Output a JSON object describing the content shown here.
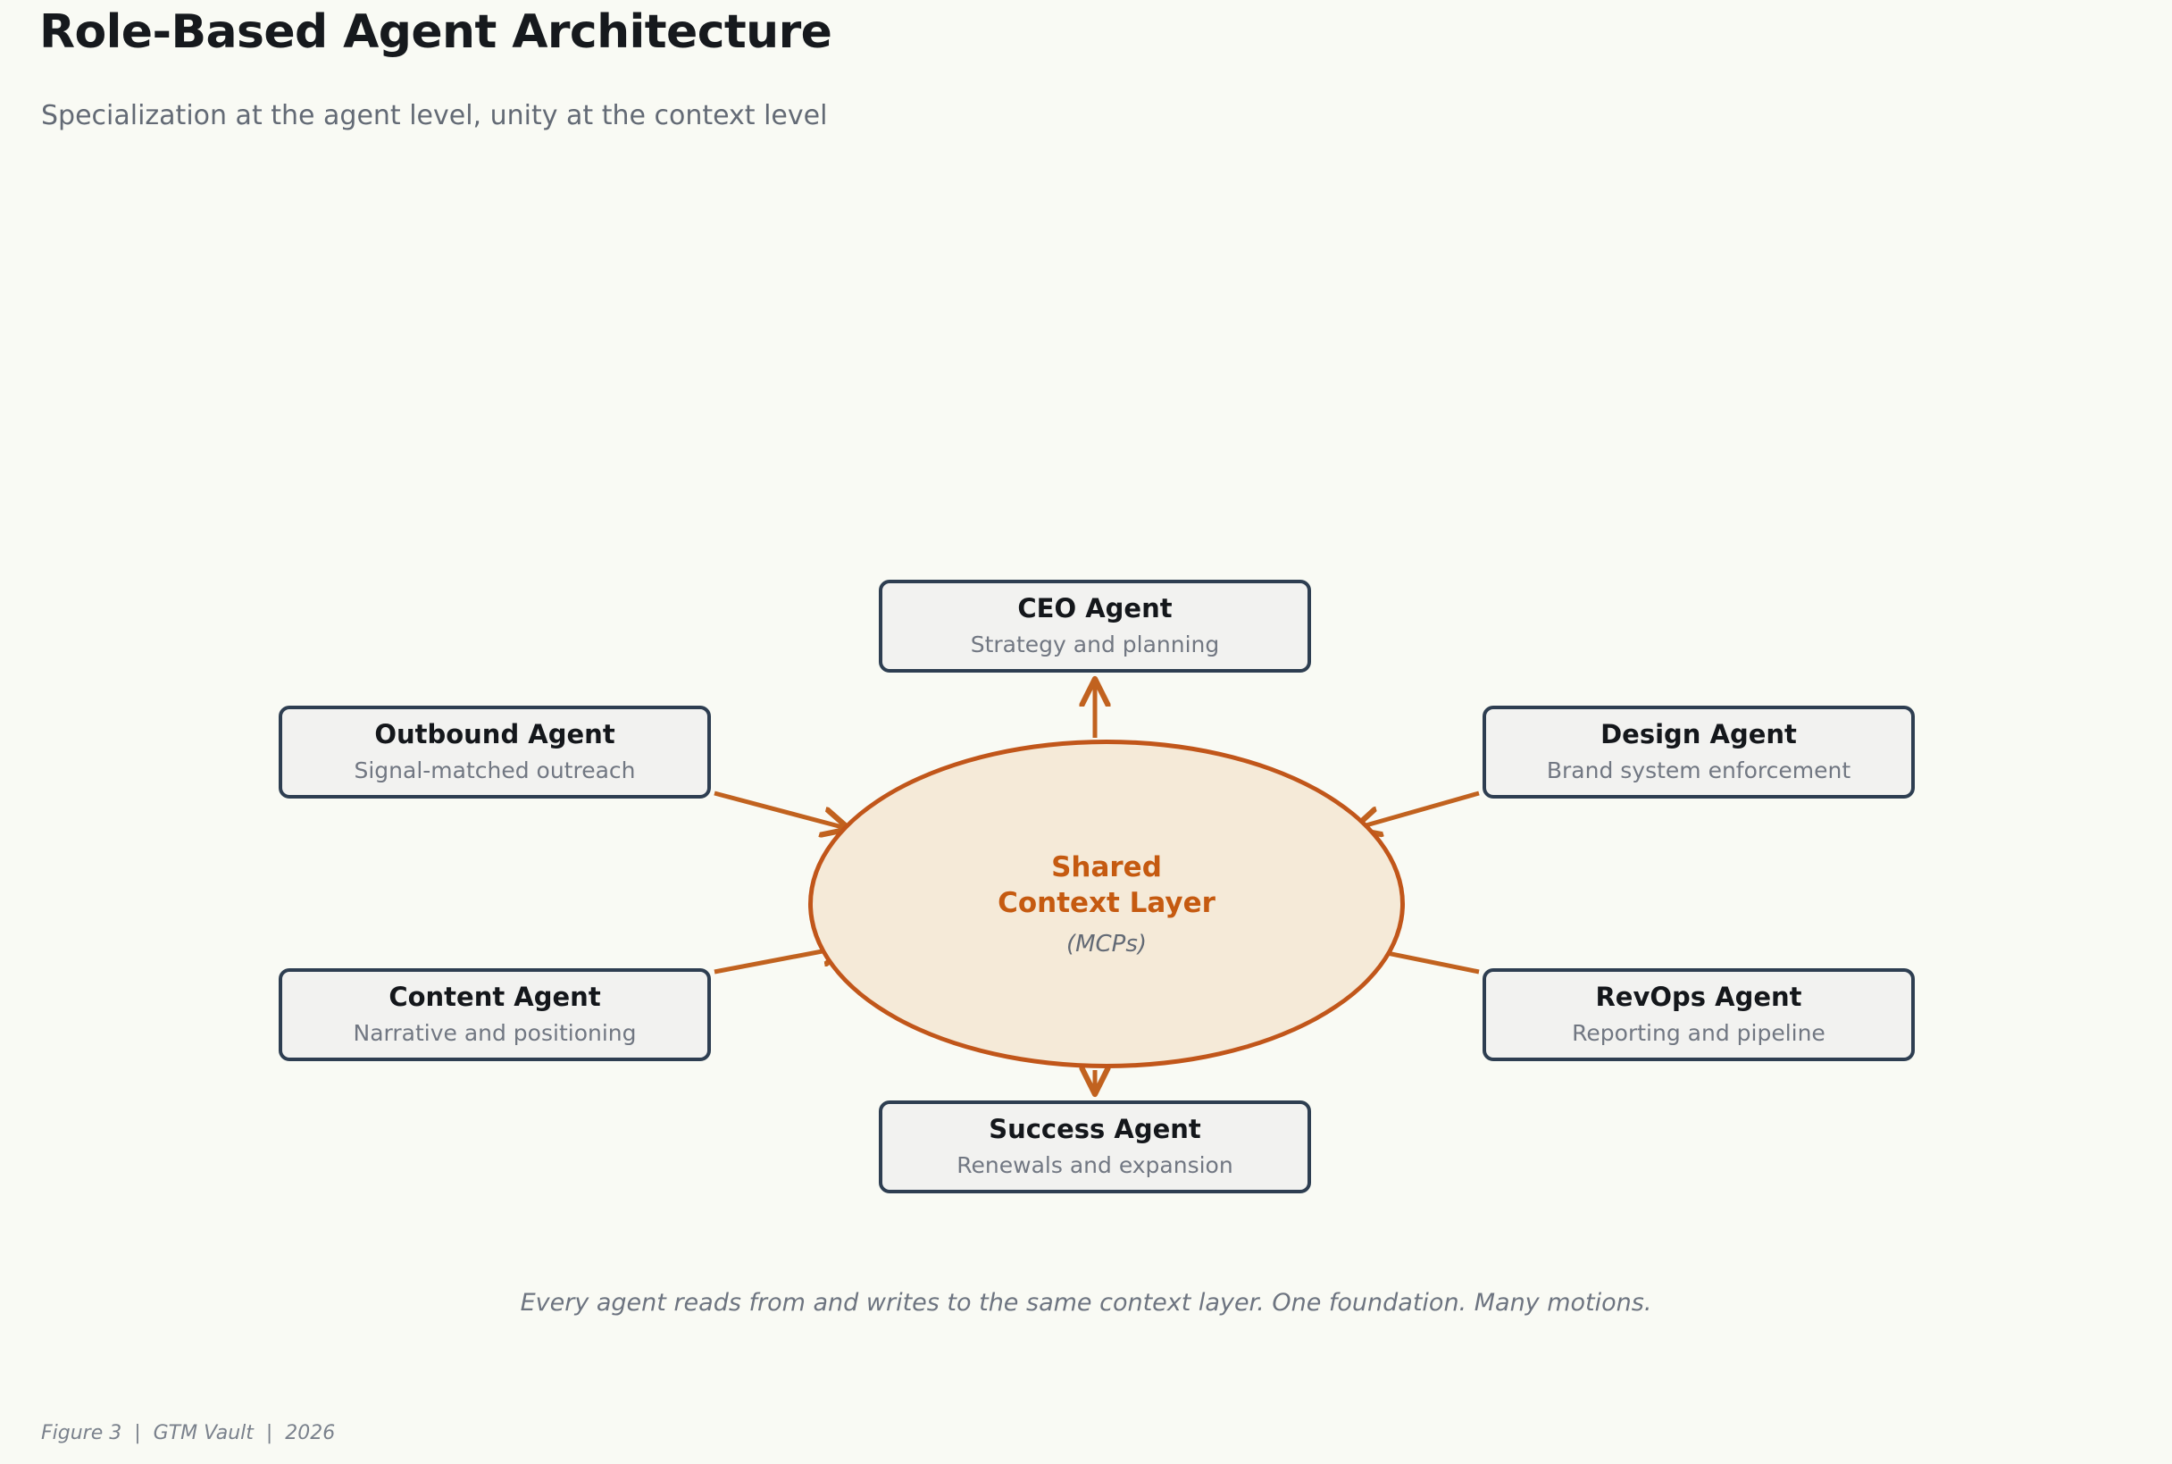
{
  "header": {
    "title": "Role-Based Agent Architecture",
    "subtitle": "Specialization at the agent level, unity at the context level"
  },
  "diagram": {
    "type": "hub-and-spoke",
    "hub": {
      "name": "shared-context-layer",
      "title": "Shared\nContext Layer",
      "subtitle": "(MCPs)",
      "fill_color": "#f5ead8",
      "border_color": "#c1561a",
      "text_color": "#c55a10"
    },
    "nodes": [
      {
        "id": "ceo",
        "title": "CEO Agent",
        "desc": "Strategy and planning",
        "position": "top",
        "arrow_direction": "hub-to-node"
      },
      {
        "id": "outbound",
        "title": "Outbound Agent",
        "desc": "Signal-matched outreach",
        "position": "left-upper",
        "arrow_direction": "node-to-hub"
      },
      {
        "id": "design",
        "title": "Design Agent",
        "desc": "Brand system enforcement",
        "position": "right-upper",
        "arrow_direction": "node-to-hub"
      },
      {
        "id": "content",
        "title": "Content Agent",
        "desc": "Narrative and positioning",
        "position": "left-lower",
        "arrow_direction": "node-to-hub"
      },
      {
        "id": "revops",
        "title": "RevOps Agent",
        "desc": "Reporting and pipeline",
        "position": "right-lower",
        "arrow_direction": "node-to-hub"
      },
      {
        "id": "success",
        "title": "Success Agent",
        "desc": "Renewals and expansion",
        "position": "bottom",
        "arrow_direction": "hub-to-node"
      }
    ],
    "node_fill_color": "#f2f2f0",
    "node_border_color": "#2e3e51",
    "connector_color": "#c1621f"
  },
  "caption": "Every agent reads from and writes to the same context layer. One foundation. Many motions.",
  "footer": "Figure 3  |  GTM Vault  |  2026",
  "colors": {
    "page_background": "#f9faf4",
    "title": "#16191d",
    "subtitle": "#636a75",
    "accent": "#c1561a"
  }
}
